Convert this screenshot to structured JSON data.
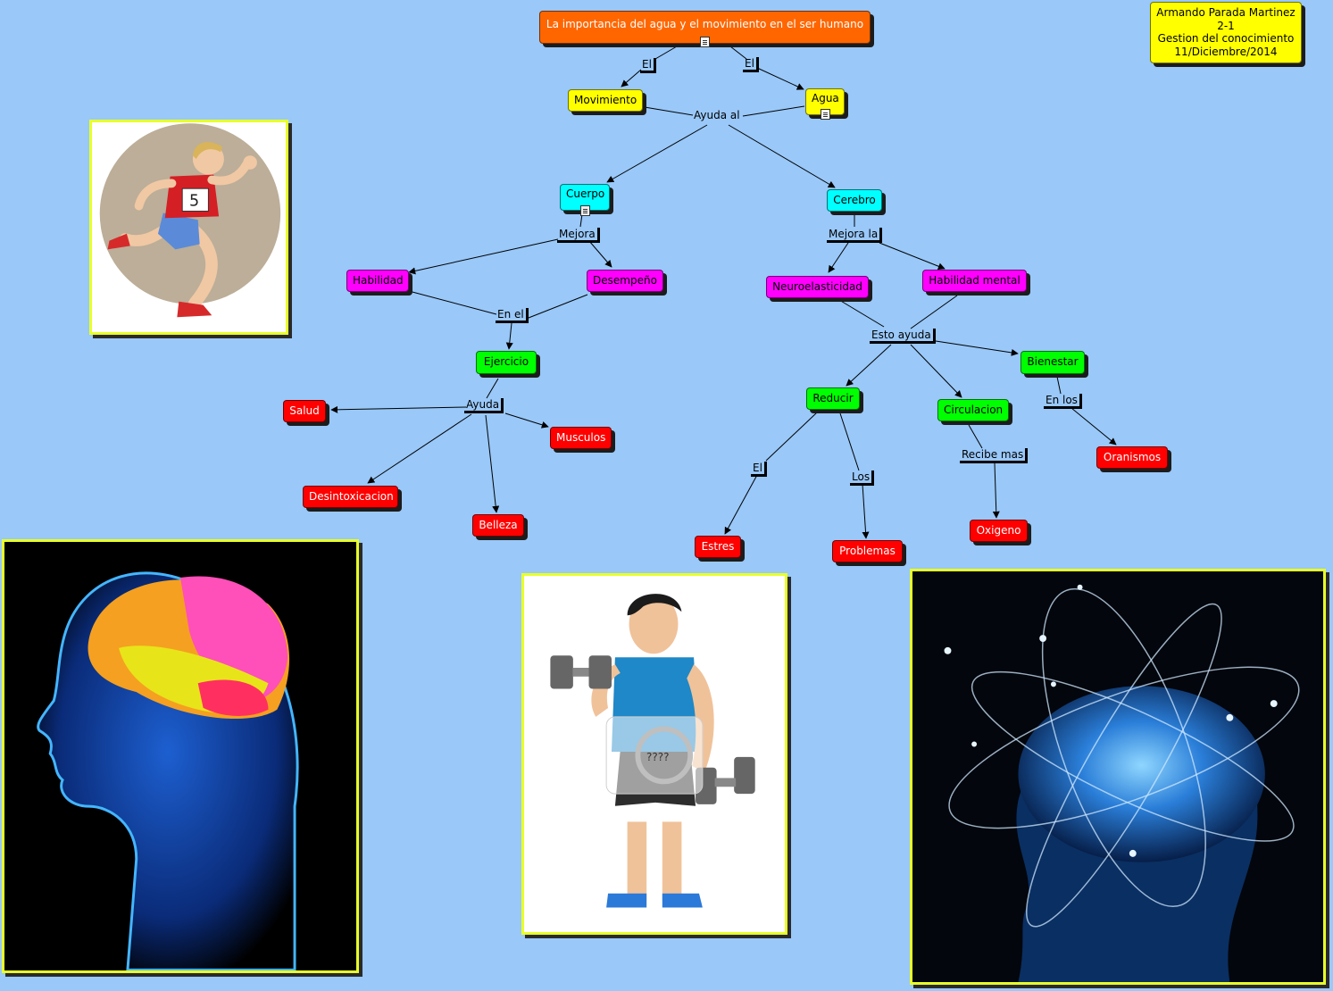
{
  "title": "La importancia del agua y el movimiento en el ser humano",
  "author_info": [
    "Armando Parada Martinez",
    "2-1",
    "Gestion del conocimiento",
    "11/Diciembre/2014"
  ],
  "nodes": {
    "movimiento": "Movimiento",
    "agua": "Agua",
    "cuerpo": "Cuerpo",
    "cerebro": "Cerebro",
    "habilidad": "Habilidad",
    "desempeno": "Desempeño",
    "neuroelasticidad": "Neuroelasticidad",
    "habilidad_mental": "Habilidad mental",
    "ejercicio": "Ejercicio",
    "salud": "Salud",
    "musculos": "Musculos",
    "desintoxicacion": "Desintoxicacion",
    "belleza": "Belleza",
    "reducir": "Reducir",
    "circulacion": "Circulacion",
    "bienestar": "Bienestar",
    "oranismos": "Oranismos",
    "estres": "Estres",
    "problemas": "Problemas",
    "oxigeno": "Oxigeno"
  },
  "linking_phrases": {
    "el_left": "El",
    "el_right": "El",
    "ayuda_al": "Ayuda al",
    "mejora": "Mejora",
    "mejora_la": "Mejora la",
    "en_el": "En el",
    "esto_ayuda": "Esto ayuda",
    "ayuda": "Ayuda",
    "en_los": "En los",
    "el_estres": "El",
    "los": "Los",
    "recibe_mas": "Recibe mas"
  },
  "relations": [
    [
      "title",
      "el_left",
      "movimiento"
    ],
    [
      "title",
      "el_right",
      "agua"
    ],
    [
      "movimiento",
      "ayuda_al",
      "cuerpo"
    ],
    [
      "movimiento",
      "ayuda_al",
      "cerebro"
    ],
    [
      "agua",
      "ayuda_al",
      "cuerpo"
    ],
    [
      "agua",
      "ayuda_al",
      "cerebro"
    ],
    [
      "cuerpo",
      "mejora",
      "habilidad"
    ],
    [
      "cuerpo",
      "mejora",
      "desempeno"
    ],
    [
      "habilidad",
      "en_el",
      "ejercicio"
    ],
    [
      "desempeno",
      "en_el",
      "ejercicio"
    ],
    [
      "ejercicio",
      "ayuda",
      "salud"
    ],
    [
      "ejercicio",
      "ayuda",
      "musculos"
    ],
    [
      "ejercicio",
      "ayuda",
      "desintoxicacion"
    ],
    [
      "ejercicio",
      "ayuda",
      "belleza"
    ],
    [
      "cerebro",
      "mejora_la",
      "neuroelasticidad"
    ],
    [
      "cerebro",
      "mejora_la",
      "habilidad_mental"
    ],
    [
      "neuroelasticidad",
      "esto_ayuda",
      "reducir"
    ],
    [
      "neuroelasticidad",
      "esto_ayuda",
      "circulacion"
    ],
    [
      "neuroelasticidad",
      "esto_ayuda",
      "bienestar"
    ],
    [
      "habilidad_mental",
      "esto_ayuda",
      "reducir"
    ],
    [
      "habilidad_mental",
      "esto_ayuda",
      "circulacion"
    ],
    [
      "habilidad_mental",
      "esto_ayuda",
      "bienestar"
    ],
    [
      "bienestar",
      "en_los",
      "oranismos"
    ],
    [
      "reducir",
      "el_estres",
      "estres"
    ],
    [
      "reducir",
      "los",
      "problemas"
    ],
    [
      "circulacion",
      "recibe_mas",
      "oxigeno"
    ]
  ],
  "images": {
    "fitness_watermark": "????"
  },
  "colors": {
    "background": "#99c8f9",
    "title_node": "#ff6600",
    "water_movement": "#ffff00",
    "body_brain": "#00ffff",
    "benefits": "#ff00ff",
    "effects": "#00ff00",
    "results": "#ff0000",
    "image_frame": "#e8ff2a"
  }
}
